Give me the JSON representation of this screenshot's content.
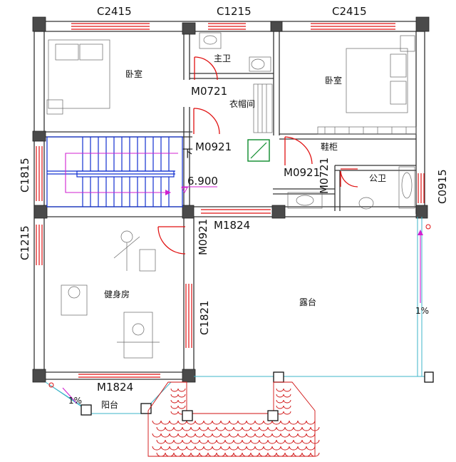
{
  "windows": {
    "top_left": "C2415",
    "top_middle": "C1215",
    "top_right": "C2415",
    "left_upper": "C1815",
    "left_lower": "C1215",
    "right": "C0915",
    "gym_right": "C1821"
  },
  "doors": {
    "master_bath": "M0721",
    "cloakroom": "M0921",
    "right_bedroom": "M0921",
    "public_bath": "M0721",
    "terrace": "M1824",
    "gym": "M0921",
    "balcony": "M1824"
  },
  "rooms": {
    "bedroom_left": "卧室",
    "master_bath": "主卫",
    "cloakroom": "衣帽间",
    "bedroom_right": "卧室",
    "shoe_cabinet": "鞋柜",
    "public_bath": "公卫",
    "gym": "健身房",
    "terrace": "露台",
    "balcony": "阳台"
  },
  "stair": {
    "direction": "下",
    "elevation": "6.900"
  },
  "slopes": {
    "terrace_right": "1%",
    "balcony": "1%"
  },
  "colors": {
    "walls": "#333333",
    "windows": "#e01010",
    "stairs": "#1030d0",
    "columns": "#4a4a4a",
    "drainage": "#3cb4c8",
    "marker": "#d020d0",
    "roof_tiles": "#d01010",
    "equipment_green": "#0a8a2a"
  }
}
